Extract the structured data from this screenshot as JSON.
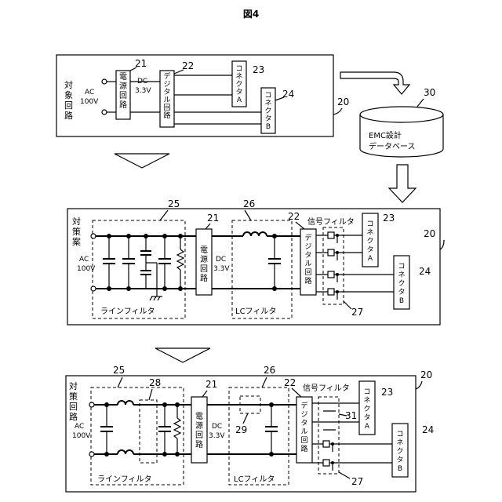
{
  "figure_title": "図4",
  "panel1": {
    "side_label": "対象回路",
    "ac_label": "AC\n100V",
    "dc_label": "DC\n3.3V",
    "power_block": "電源回路",
    "digital_block": "デジタル回路",
    "connector_a": "コネクタA",
    "connector_b": "コネクタB",
    "refs": {
      "power": "21",
      "digital": "22",
      "conn_a": "23",
      "conn_b": "24",
      "board": "20"
    }
  },
  "database": {
    "label_line1": "EMC設計",
    "label_line2": "データベース",
    "ref": "30"
  },
  "panel2": {
    "side_label": "対策案",
    "ac_label": "AC\n100V",
    "dc_label": "DC\n3.3V",
    "power_block": "電源回路",
    "digital_block": "デジタル回路",
    "connector_a": "コネクタA",
    "connector_b": "コネクタB",
    "line_filter": "ラインフィルタ",
    "lc_filter": "LCフィルタ",
    "signal_filter": "信号フィルタ",
    "refs": {
      "line_filter": "25",
      "lc_filter": "26",
      "power": "21",
      "digital": "22",
      "conn_a": "23",
      "conn_b": "24",
      "board": "20",
      "signal_filter": "27"
    }
  },
  "panel3": {
    "side_label": "対策回路",
    "ac_label": "AC\n100V",
    "dc_label": "DC\n3.3V",
    "power_block": "電源回路",
    "digital_block": "デジタル回路",
    "connector_a": "コネクタA",
    "connector_b": "コネクタB",
    "line_filter": "ラインフィルタ",
    "lc_filter": "LCフィルタ",
    "signal_filter": "信号フィルタ",
    "refs": {
      "line_filter": "25",
      "removed_part": "28",
      "power": "21",
      "lc_filter": "26",
      "removed_lc": "29",
      "digital": "22",
      "signal_out": "31",
      "conn_a": "23",
      "conn_b": "24",
      "board": "20",
      "signal_filter": "27"
    }
  }
}
